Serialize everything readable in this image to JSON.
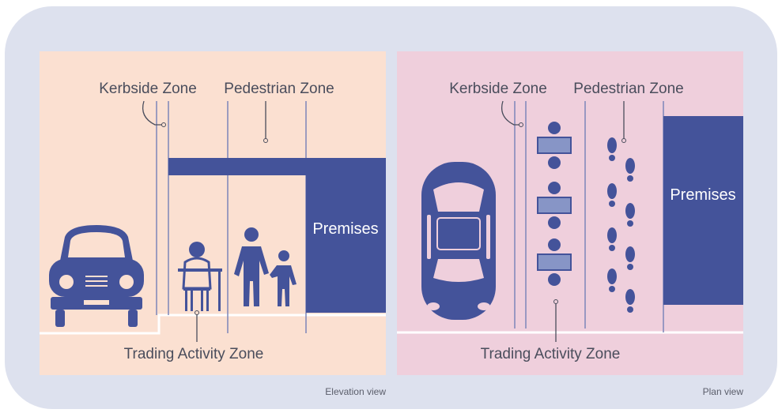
{
  "colors": {
    "frame": "#dde1ee",
    "elevation_bg": "#fbe0d1",
    "plan_bg": "#efcfdc",
    "accent": "#44539a",
    "accent_light": "#8795c6",
    "line": "#7d86b9",
    "text": "#4a4d5c"
  },
  "elevation": {
    "kerbside_label": "Kerbside Zone",
    "pedestrian_label": "Pedestrian Zone",
    "premises_label": "Premises",
    "trading_label": "Trading Activity Zone",
    "caption": "Elevation view"
  },
  "plan": {
    "kerbside_label": "Kerbside Zone",
    "pedestrian_label": "Pedestrian Zone",
    "premises_label": "Premises",
    "trading_label": "Trading Activity Zone",
    "caption": "Plan view"
  }
}
